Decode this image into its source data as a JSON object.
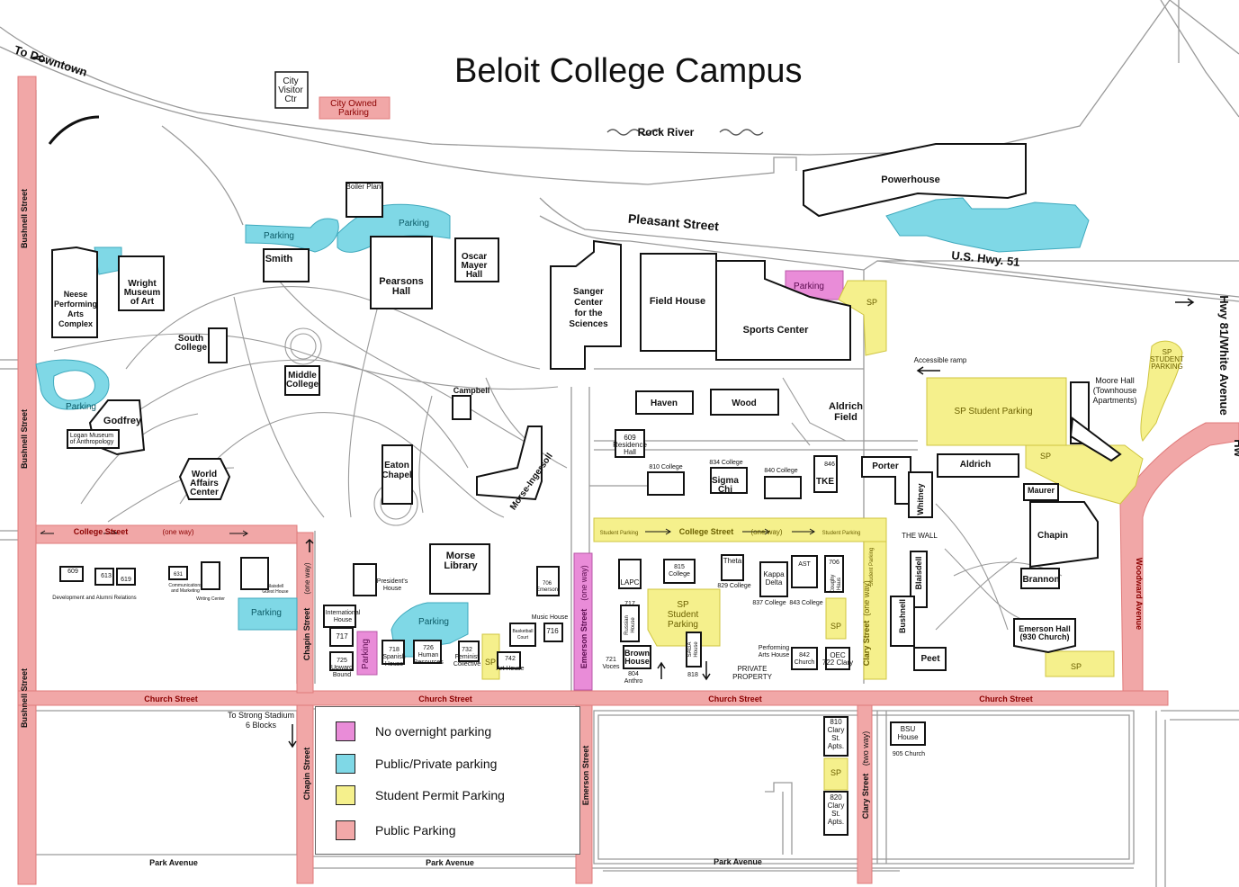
{
  "title": "Beloit College Campus",
  "colors": {
    "no_overnight": "#e98cd8",
    "public_private": "#7fd8e6",
    "student_permit": "#f5f08c",
    "public_parking": "#f2a8a8",
    "street_red": "#f1a7a7",
    "building_stroke": "#111111",
    "path_stroke": "#9a9a9a"
  },
  "legend": [
    {
      "label": "No overnight parking",
      "color": "#e98cd8"
    },
    {
      "label": "Public/Private parking",
      "color": "#7fd8e6"
    },
    {
      "label": "Student Permit Parking",
      "color": "#f5f08c"
    },
    {
      "label": "Public Parking",
      "color": "#f2a8a8"
    }
  ],
  "streets": {
    "bushnell_1": "Bushnell Street",
    "bushnell_2": "Bushnell Street",
    "bushnell_3": "Bushnell Street",
    "college_west": "College Street",
    "college_west_oneway": "(one way)",
    "college_east": "College Street",
    "college_east_oneway": "(one way)",
    "church_1": "Church Street",
    "church_2": "Church Street",
    "church_3": "Church Street",
    "church_4": "Church Street",
    "park_1": "Park Avenue",
    "park_2": "Park Avenue",
    "park_3": "Park Avenue",
    "pleasant": "Pleasant Street",
    "us51": "U.S. Hwy. 51",
    "hwy81": "Hwy 81/White Avenue",
    "hw": "Hw",
    "woodward": "Woodward Avenue",
    "chapin_1": "Chapin Street",
    "chapin_2": "Chapin Street",
    "chapin_oneway": "(one way)",
    "emerson_1": "Emerson Street",
    "emerson_2": "Emerson Street",
    "emerson_oneway": "(one way)",
    "clary_1": "Clary Street",
    "clary_2": "Clary Street",
    "clary_oneway": "(one way)",
    "clary_twoway": "(two way)",
    "student_parking_left": "Student Parking",
    "student_parking_right": "Student Parking",
    "student_parking_vertical": "Student Parking"
  },
  "labels": {
    "to_downtown": "To Downtown",
    "rock_river": "Rock River",
    "city_visitor": [
      "City",
      "Visitor",
      "Ctr"
    ],
    "city_owned_parking": [
      "City Owned",
      "Parking"
    ],
    "to_strong_stadium": [
      "To Strong Stadium",
      "6 Blocks"
    ],
    "accessible_ramp": "Accessible ramp",
    "private_property": [
      "PRIVATE",
      "PROPERTY"
    ],
    "the_wall": "THE WALL",
    "aldrich_field": [
      "Aldrich",
      "Field"
    ]
  },
  "parking": {
    "p_smith": "Parking",
    "p_boiler": "Parking",
    "p_neese": "Parking",
    "p_sports": "Parking",
    "p_blaisdell": "Parking",
    "p_chapin": "Parking",
    "p_music": "Parking",
    "sp_sports": "SP",
    "sp_moore": [
      "SP",
      "STUDENT",
      "PARKING"
    ],
    "sp_student_parking": "SP Student Parking",
    "sp_maurer": "SP",
    "sp_center": [
      "SP",
      "Student",
      "Parking"
    ],
    "sp_842": "SP",
    "sp_emerson_hall": "SP",
    "sp_feminist": "SP",
    "sp_clary": "SP"
  },
  "buildings": {
    "powerhouse": [
      "Powerhouse"
    ],
    "boiler_plant": [
      "Boiler Plant"
    ],
    "smith": [
      "Smith"
    ],
    "pearsons": [
      "Pearsons",
      "Hall"
    ],
    "oscar_mayer": [
      "Oscar",
      "Mayer",
      "Hall"
    ],
    "sanger": [
      "Sanger",
      "Center",
      "for the",
      "Sciences"
    ],
    "field_house": [
      "Field House"
    ],
    "sports_center": [
      "Sports Center"
    ],
    "neese": [
      "Neese",
      "Performing",
      "Arts",
      "Complex"
    ],
    "wright": [
      "Wright",
      "Museum",
      "of Art"
    ],
    "south_college": [
      "South",
      "College"
    ],
    "middle_college": [
      "Middle",
      "College"
    ],
    "campbell": [
      "Campbell"
    ],
    "godfrey": [
      "Godfrey"
    ],
    "logan": [
      "Logan Museum",
      "of Anthropology"
    ],
    "world_affairs": [
      "World",
      "Affairs",
      "Center"
    ],
    "eaton": [
      "Eaton",
      "Chapel"
    ],
    "morse_ingersoll": [
      "Morse-Ingersoll"
    ],
    "haven": [
      "Haven"
    ],
    "wood": [
      "Wood"
    ],
    "moore": [
      "Moore Hall",
      "(Townhouse",
      "Apartments)"
    ],
    "res609": [
      "609",
      "Residence",
      "Hall"
    ],
    "c810": [
      "810 College"
    ],
    "sigma_chi": [
      "Sigma",
      "Chi"
    ],
    "c834": [
      "834 College"
    ],
    "c840": [
      "840 College"
    ],
    "tke": [
      "TKE"
    ],
    "c846": [
      "846"
    ],
    "porter": [
      "Porter"
    ],
    "aldrich": [
      "Aldrich"
    ],
    "whitney": [
      "Whitney"
    ],
    "maurer": [
      "Maurer"
    ],
    "chapin": [
      "Chapin"
    ],
    "brannon": [
      "Brannon"
    ],
    "morse_library": [
      "Morse",
      "Library"
    ],
    "presidents": [
      "President's",
      "House"
    ],
    "international": [
      "International",
      "House"
    ],
    "e706": [
      "706",
      "Emerson"
    ],
    "lapc": [
      "LAPC"
    ],
    "c815": [
      "815",
      "College"
    ],
    "theta": [
      "Theta"
    ],
    "c829": [
      "829 College"
    ],
    "kappa": [
      "Kappa",
      "Delta"
    ],
    "c837": [
      "837 College"
    ],
    "ast": [
      "AST"
    ],
    "c843": [
      "843 College"
    ],
    "coughy": [
      "Coughy",
      "Haus"
    ],
    "c706": [
      "706"
    ],
    "blaisdell": [
      "Blaisdell"
    ],
    "bushnell_hall": [
      "Bushnell"
    ],
    "peet": [
      "Peet"
    ],
    "emerson_hall": [
      "Emerson Hall",
      "(930 Church)"
    ],
    "music_house": [
      "Music House"
    ],
    "m716": [
      "716"
    ],
    "basketball": [
      "Basketball",
      "Court"
    ],
    "russian": [
      "Russian",
      "House"
    ],
    "c717b": [
      "717"
    ],
    "voces": [
      "721",
      "Voces"
    ],
    "brown": [
      "Brown",
      "House"
    ],
    "anthro": [
      "804",
      "Anthro"
    ],
    "saga": [
      "SAGA",
      "House"
    ],
    "s818": [
      "818"
    ],
    "performing_arts_house": [
      "Performing",
      "Arts House"
    ],
    "church842": [
      "842",
      "Church"
    ],
    "oec": [
      "OEC",
      "722 Clary"
    ],
    "h717": [
      "717"
    ],
    "upward": [
      "725",
      "Upward",
      "Bound"
    ],
    "spanish": [
      "718",
      "Spanish",
      "House"
    ],
    "hr": [
      "726",
      "Human",
      "Resources"
    ],
    "feminist": [
      "732",
      "Feminist",
      "Collective"
    ],
    "art": [
      "742",
      "Art House"
    ],
    "d609": [
      "609"
    ],
    "d613": [
      "613"
    ],
    "d619": [
      "619"
    ],
    "d631": [
      "631"
    ],
    "dev_alumni": [
      "Development and Alumni Relations"
    ],
    "comms": [
      "Communications",
      "and Marketing"
    ],
    "writing": [
      "Writing Center"
    ],
    "blaisdell_guest": [
      "Blaisdell",
      "Guest House"
    ],
    "clary810": [
      "810",
      "Clary",
      "St.",
      "Apts."
    ],
    "clary820": [
      "820",
      "Clary",
      "St.",
      "Apts."
    ],
    "bsu": [
      "BSU",
      "House"
    ],
    "bsu905": [
      "905 Church"
    ]
  }
}
